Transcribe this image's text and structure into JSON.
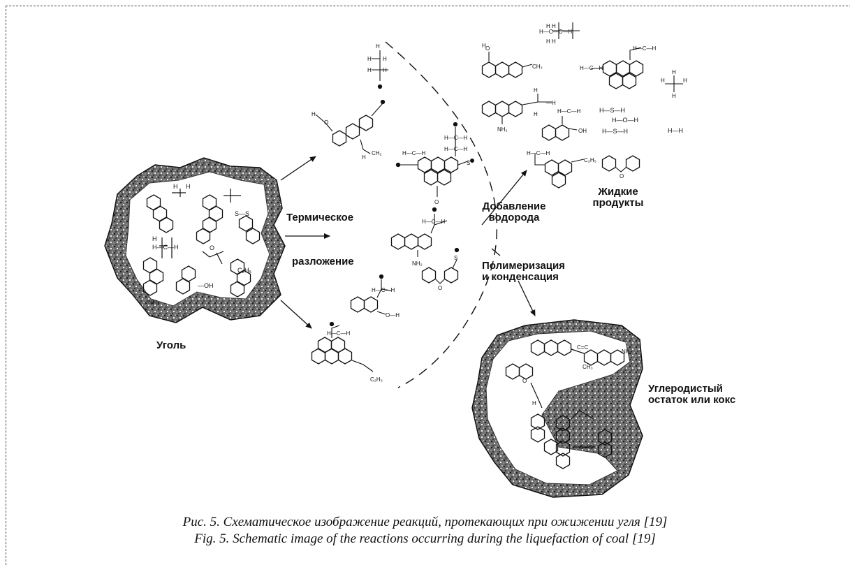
{
  "labels": {
    "coal": "Уголь",
    "thermal_1": "Термическое",
    "thermal_2": "разложение",
    "hydrogen_1": "Добавление",
    "hydrogen_2": "водорода",
    "liquid_1": "Жидкие",
    "liquid_2": "продукты",
    "poly_1": "Полимеризация",
    "poly_2": "и конденсация",
    "residue_1": "Углеродистый",
    "residue_2": "остаток или кокс"
  },
  "caption": {
    "ru": "Рис. 5. Схематическое изображение реакций, протекающих при ожижении угля [19]",
    "en": "Fig. 5. Schematic image of the reactions occurring during the liquefaction of coal [19]"
  },
  "formula_labels": {
    "nh2": "NH₂",
    "ch3": "CH₃",
    "c2h5": "C₂H₅",
    "oh": "OH",
    "hsh_1": "H—S—H",
    "hoh": "H—O—H",
    "hsh_2": "H—S—H",
    "hh": "H—H"
  }
}
